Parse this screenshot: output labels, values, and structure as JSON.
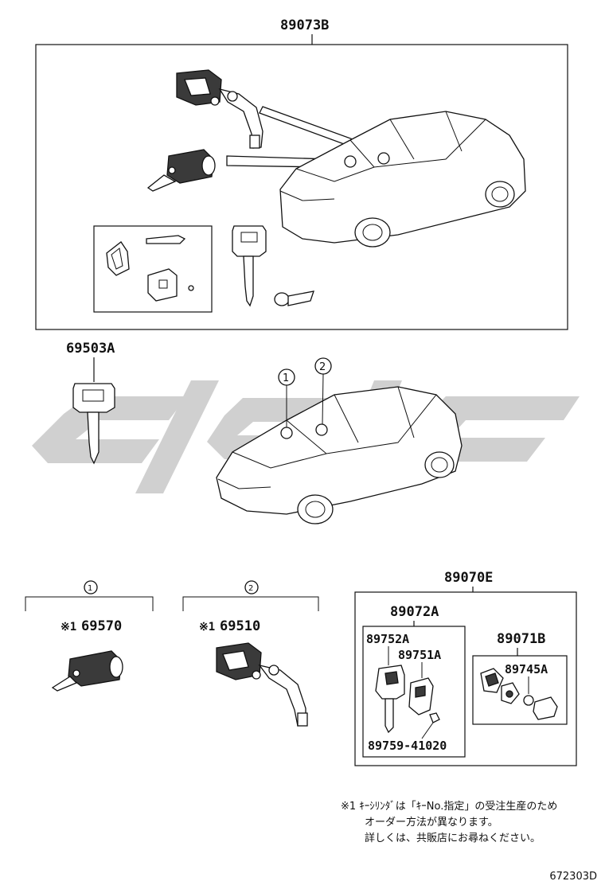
{
  "watermark_color": "#c8c8c8",
  "top_assembly": {
    "label": "89073B"
  },
  "key_single": {
    "label": "69503A"
  },
  "callout_1": {
    "symbol": "1"
  },
  "callout_2": {
    "symbol": "2"
  },
  "cylinder_group_1": {
    "callout": "1",
    "prefix": "※1",
    "label": "69570"
  },
  "cylinder_group_2": {
    "callout": "2",
    "prefix": "※1",
    "label": "69510"
  },
  "transponder_set": {
    "label": "89070E",
    "key_sub": {
      "label": "89072A",
      "part_a": "89752A",
      "part_b": "89751A",
      "screw": "89759-41020"
    },
    "amp_sub": {
      "label": "89071B",
      "part": "89745A"
    }
  },
  "note": {
    "line1": "※1 ｷｰｼﾘﾝﾀﾞは「ｷｰNo.指定」の受注生産のため",
    "line2": "オーダー方法が異なります。",
    "line3": "詳しくは、共販店にお尋ねください。"
  },
  "diagram_code": "672303D"
}
